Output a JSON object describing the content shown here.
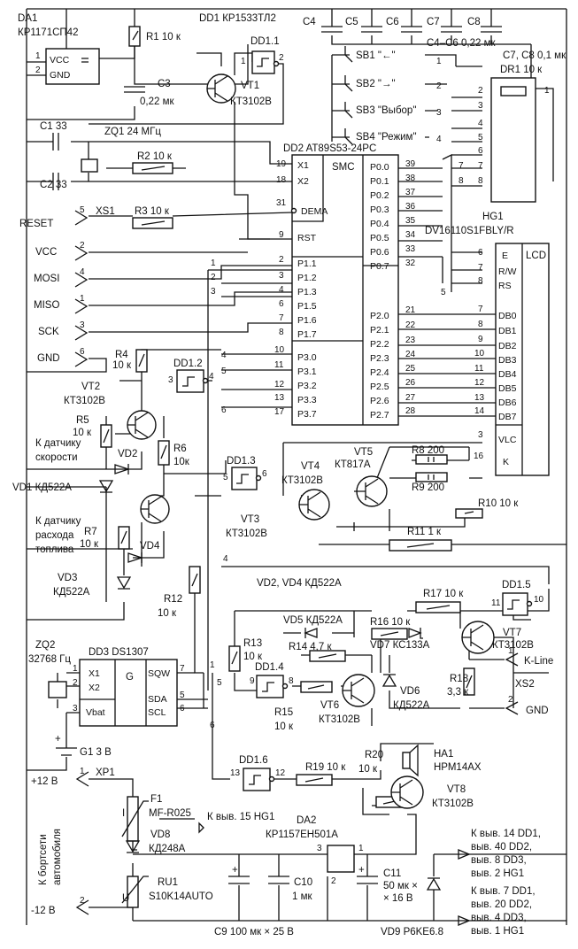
{
  "components": {
    "da1": {
      "ref": "DA1",
      "part": "КР1171СП42",
      "vcc": "VCC",
      "gnd": "GND",
      "p1": "1",
      "p2": "2"
    },
    "dd1_title": "DD1 КР1533ТЛ2",
    "r1": "R1 10 к",
    "c3_ref": "C3",
    "c3_val": "0,22 мк",
    "vt1_ref": "VT1",
    "vt1_part": "КТ3102В",
    "dd1_1": "DD1.1",
    "dd1_1_in": "1",
    "dd1_1_out": "2",
    "dd1_2": "DD1.2",
    "dd1_2_in": "3",
    "dd1_2_out": "4",
    "dd1_3": "DD1.3",
    "dd1_3_in": "5",
    "dd1_3_out": "6",
    "dd1_4": "DD1.4",
    "dd1_4_in": "9",
    "dd1_4_out": "8",
    "dd1_5": "DD1.5",
    "dd1_5_in": "11",
    "dd1_5_out": "10",
    "dd1_6": "DD1.6",
    "dd1_6_in": "13",
    "dd1_6_out": "12",
    "caps_top": [
      "C4",
      "C5",
      "C6",
      "C7",
      "C8"
    ],
    "c4c6": "C4–C6 0,22 мк",
    "c7c8": "C7, C8 0,1 мк",
    "sb1": "SB1 \"←\"",
    "sb2": "SB2 \"→\"",
    "sb3": "SB3 \"Выбор\"",
    "sb4": "SB4 \"Режим\"",
    "sb_pins": [
      "1",
      "2",
      "3",
      "4"
    ],
    "dr1": "DR1 10 к",
    "dr1_pins": [
      "2",
      "1"
    ],
    "c1": "C1 33",
    "c2": "C2 33",
    "zq1": "ZQ1 24 МГц",
    "r2": "R2 10 к",
    "dd2_title": "DD2 AT89S53-24PC",
    "dd2_smc": "SMC",
    "dd2_left": [
      {
        "num": "19",
        "name": "X1"
      },
      {
        "num": "18",
        "name": "X2"
      },
      {
        "num": "31",
        "name": "DEMA"
      },
      {
        "num": "9",
        "name": "RST"
      },
      {
        "num": "2",
        "name": "P1.1"
      },
      {
        "num": "3",
        "name": "P1.2"
      },
      {
        "num": "4",
        "name": "P1.3"
      },
      {
        "num": "6",
        "name": "P1.5"
      },
      {
        "num": "7",
        "name": "P1.6"
      },
      {
        "num": "8",
        "name": "P1.7"
      },
      {
        "num": "10",
        "name": "P3.0"
      },
      {
        "num": "11",
        "name": "P3.1"
      },
      {
        "num": "12",
        "name": "P3.2"
      },
      {
        "num": "13",
        "name": "P3.3"
      },
      {
        "num": "17",
        "name": "P3.7"
      }
    ],
    "dd2_right": [
      {
        "num": "39",
        "name": "P0.0"
      },
      {
        "num": "38",
        "name": "P0.1"
      },
      {
        "num": "37",
        "name": "P0.2"
      },
      {
        "num": "36",
        "name": "P0.3"
      },
      {
        "num": "35",
        "name": "P0.4"
      },
      {
        "num": "34",
        "name": "P0.5"
      },
      {
        "num": "33",
        "name": "P0.6"
      },
      {
        "num": "32",
        "name": "P0.7"
      },
      {
        "num": "21",
        "name": "P2.0"
      },
      {
        "num": "22",
        "name": "P2.1"
      },
      {
        "num": "23",
        "name": "P2.2"
      },
      {
        "num": "24",
        "name": "P2.3"
      },
      {
        "num": "25",
        "name": "P2.4"
      },
      {
        "num": "26",
        "name": "P2.5"
      },
      {
        "num": "27",
        "name": "P2.6"
      },
      {
        "num": "28",
        "name": "P2.7"
      }
    ],
    "xs1": "XS1",
    "xs1_pins": [
      {
        "num": "5",
        "name": "RESET"
      },
      {
        "num": "2",
        "name": "VCC"
      },
      {
        "num": "4",
        "name": "MOSI"
      },
      {
        "num": "1",
        "name": "MISO"
      },
      {
        "num": "3",
        "name": "SCK"
      },
      {
        "num": "6",
        "name": "GND"
      }
    ],
    "r3": "R3 10 к",
    "bus_nums_top": [
      "1",
      "2",
      "3",
      "4",
      "5",
      "6",
      "7",
      "8"
    ],
    "bus_nums_left": [
      "1",
      "2",
      "3",
      "4",
      "5",
      "6"
    ],
    "hg1_ref": "HG1",
    "hg1_part": "DV16110S1FBLY/R",
    "hg1_lcd": "LCD",
    "hg1_ctrl": [
      {
        "num": "6",
        "name": "E"
      },
      {
        "num": "7",
        "name": "R/W"
      },
      {
        "num": "8",
        "name": "RS"
      }
    ],
    "hg1_db": [
      {
        "num": "7",
        "name": "DB0"
      },
      {
        "num": "8",
        "name": "DB1"
      },
      {
        "num": "9",
        "name": "DB2"
      },
      {
        "num": "10",
        "name": "DB3"
      },
      {
        "num": "11",
        "name": "DB4"
      },
      {
        "num": "12",
        "name": "DB5"
      },
      {
        "num": "13",
        "name": "DB6"
      },
      {
        "num": "14",
        "name": "DB7"
      }
    ],
    "hg1_vlc": "VLC",
    "hg1_vlc_num": "3",
    "hg1_k": "K",
    "hg1_k_num": "16",
    "bus5": "5",
    "r4": "R4",
    "r4_val": "10 к",
    "vt2_ref": "VT2",
    "vt2_part": "КТ3102В",
    "r5": "R5",
    "r5_val": "10 к",
    "speed1": "К датчику",
    "speed2": "скорости",
    "vd2": "VD2",
    "vd1": "VD1 КД522А",
    "r6": "R6",
    "r6_val": "10к",
    "vt3_ref": "VT3",
    "vt3_part": "КТ3102В",
    "fuel1": "К датчику",
    "fuel2": "расхода",
    "fuel3": "топлива",
    "r7": "R7",
    "r7_val": "10 к",
    "vd4": "VD4",
    "vd3": "VD3",
    "vd3_part": "КД522А",
    "vd24": "VD2, VD4 КД522А",
    "vt4_ref": "VT4",
    "vt4_part": "КТ3102В",
    "vt5_ref": "VT5",
    "vt5_part": "КТ817А",
    "r8": "R8 200",
    "r9": "R9 200",
    "r10": "R10 10 к",
    "r11": "R11 1 к",
    "n4": "4",
    "r12": "R12",
    "r12_val": "10 к",
    "r17": "R17 10 к",
    "vd5": "VD5 КД522А",
    "r16": "R16 10 к",
    "vt7_ref": "VT7",
    "vt7_part": "КТ3102В",
    "r13": "R13",
    "r13_val": "10 к",
    "r14": "R14 4,7 к",
    "vd7": "VD7 КС133А",
    "kline": "K-Line",
    "zq2": "ZQ2",
    "zq2_val": "32768 Гц",
    "dd3_title": "DD3 DS1307",
    "dd3_x1": "X1",
    "dd3_x2": "X2",
    "dd3_g": "G",
    "dd3_vbat": "Vbat",
    "dd3_sqw": "SQW",
    "dd3_sda": "SDA",
    "dd3_scl": "SCL",
    "dd3_p1": "1",
    "dd3_p2": "2",
    "dd3_p3": "3",
    "dd3_p7": "7",
    "dd3_p5": "5",
    "dd3_p6": "6",
    "n1": "1",
    "n5": "5",
    "n6": "6",
    "r15": "R15",
    "r15_val": "10 к",
    "vt6_ref": "VT6",
    "vt6_part": "КТ3102В",
    "vd6": "VD6",
    "vd6_part": "КД522А",
    "r18": "R18",
    "r18_val": "3,3 к",
    "xs2": "XS2",
    "xs2_gnd": "GND",
    "xs2_p1": "1",
    "xs2_p2": "2",
    "g1": "G1 3 В",
    "ha1": "HA1",
    "ha1_part": "НРМ14АХ",
    "r20": "R20",
    "r20_val": "10 к",
    "r19": "R19 10 к",
    "vt8_ref": "VT8",
    "vt8_part": "КТ3102В",
    "plus12": "+12 В",
    "minus12": "-12 В",
    "xp1": "XP1",
    "xp1_p1": "1",
    "xp1_p2": "2",
    "onboard1": "К бортсети",
    "onboard2": "автомобиля",
    "f1": "F1",
    "f1_part": "MF-R025",
    "vd8": "VD8",
    "vd8_part": "КД248А",
    "ru1": "RU1",
    "ru1_part": "S10K14AUTO",
    "k15": "К выв. 15  HG1",
    "da2": "DA2",
    "da2_part": "КР1157ЕН501А",
    "da2_p1": "1",
    "da2_p2": "2",
    "da2_p3": "3",
    "c9": "C9 100 мк × 25 В",
    "c10": "C10",
    "c10_val": "1 мк",
    "c11": "C11",
    "c11_val": "50 мк ×",
    "c11_val2": "× 16 В",
    "vd9": "VD9 P6KE6.8",
    "pos_note": [
      "К выв. 14 DD1,",
      "выв. 40 DD2,",
      "выв. 8 DD3,",
      "выв. 2 HG1"
    ],
    "neg_note": [
      "К выв. 7 DD1,",
      "выв. 20 DD2,",
      "выв. 4 DD3,",
      "выв. 1 HG1"
    ]
  }
}
